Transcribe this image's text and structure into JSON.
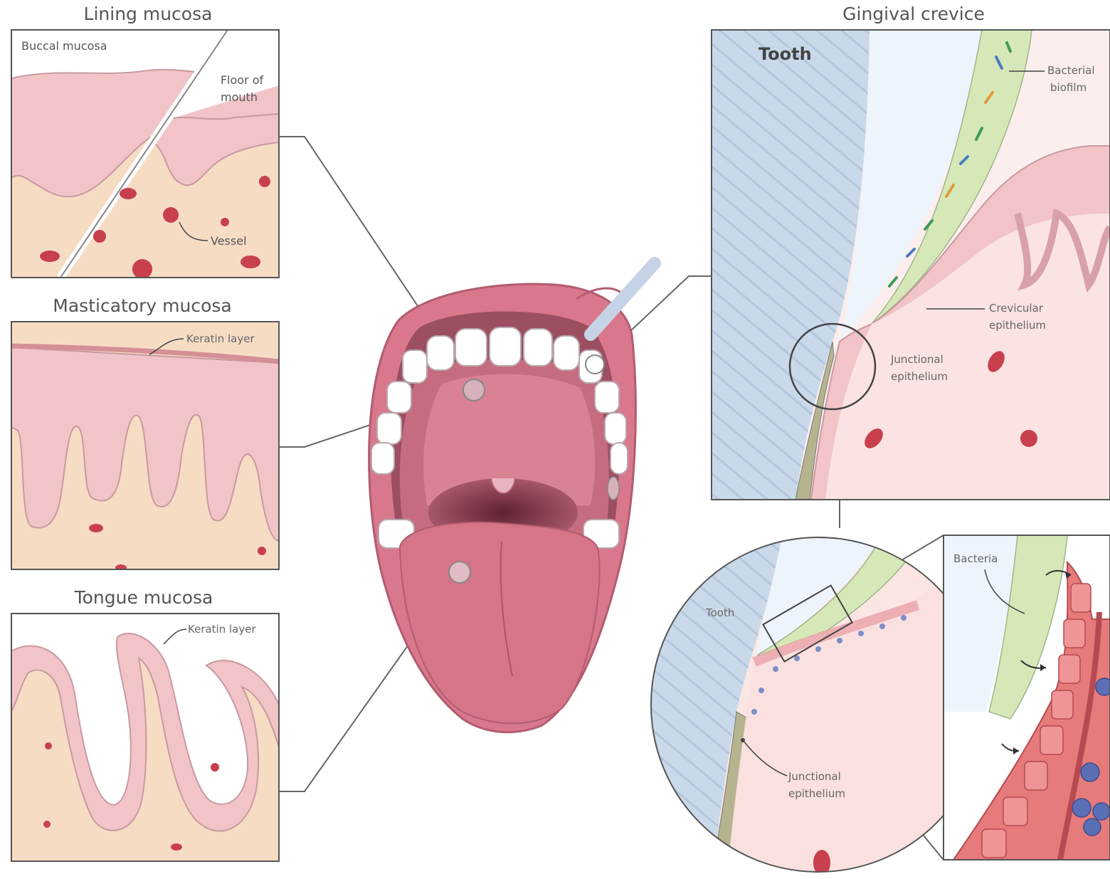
{
  "panels": {
    "lining": {
      "title": "Lining mucosa",
      "buccal": "Buccal mucosa",
      "floor_line1": "Floor of",
      "floor_line2": "mouth",
      "vessel": "Vessel"
    },
    "masticatory": {
      "title": "Masticatory mucosa",
      "keratin": "Keratin layer"
    },
    "tongue": {
      "title": "Tongue mucosa",
      "keratin": "Keratin layer"
    },
    "gingival": {
      "title": "Gingival crevice",
      "tooth": "Tooth",
      "biofilm_line1": "Bacterial",
      "biofilm_line2": "biofilm",
      "crevicular_line1": "Crevicular",
      "crevicular_line2": "epithelium",
      "junctional_line1": "Junctional",
      "junctional_line2": "epithelium"
    },
    "zoom": {
      "tooth": "Tooth",
      "junctional_line1": "Junctional",
      "junctional_line2": "epithelium",
      "bacteria": "Bacteria"
    }
  },
  "colors": {
    "mucosa_pink": "#f2c4c8",
    "connective": "#f7dcc4",
    "vessel_red": "#c8404e",
    "tooth_blue": "#c9d9ea",
    "biofilm_green": "#d7e8b8",
    "mouth_pink": "#d9788c",
    "frame": "#555555"
  }
}
